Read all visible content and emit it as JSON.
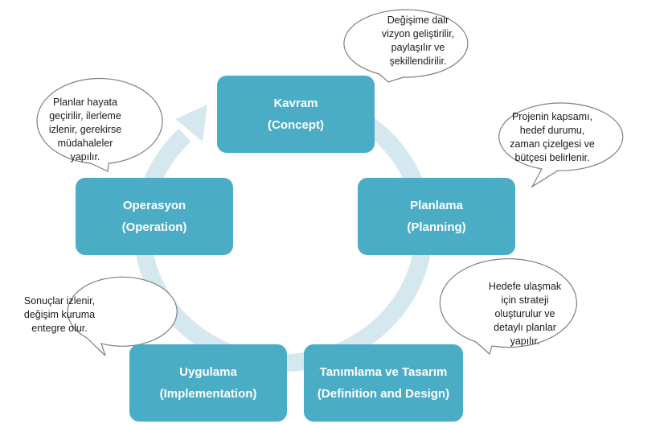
{
  "stages": [
    {
      "name": "Kavram",
      "english": "(Concept)"
    },
    {
      "name": "Planlama",
      "english": "(Planning)"
    },
    {
      "name": "Tanımlama ve Tasarım",
      "english": "(Definition and Design)"
    },
    {
      "name": "Uygulama",
      "english": "(Implementation)"
    },
    {
      "name": "Operasyon",
      "english": "(Operation)"
    }
  ],
  "callouts": {
    "concept": [
      "Değişime dair",
      "vizyon geliştirilir,",
      "paylaşılır ve",
      "şekillendirilir."
    ],
    "planning": [
      "Projenin kapsamı,",
      "hedef durumu,",
      "zaman çizelgesi ve",
      "bütçesi belirlenir."
    ],
    "design": [
      "Hedefe ulaşmak",
      "için strateji",
      "oluşturulur ve",
      "detaylı planlar",
      "yapılır."
    ],
    "implementation": [
      "Sonuçlar izlenir,",
      "değişim kuruma",
      "entegre olur."
    ],
    "operation": [
      "Planlar hayata",
      "geçirilir, ilerleme",
      "izlenir, gerekirse",
      "müdahaleler",
      "yapılır."
    ]
  },
  "colors": {
    "box": "#4bacc6",
    "arrow": "#d6e8ef",
    "bubble_border": "#7f7f7f"
  }
}
